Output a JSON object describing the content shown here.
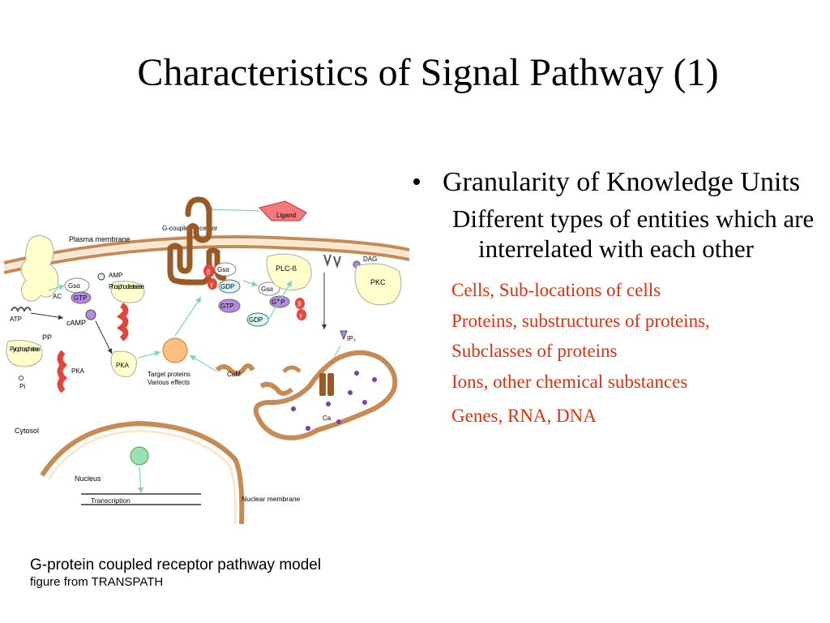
{
  "slide": {
    "title": "Characteristics of Signal Pathway (1)",
    "bullet_marker": "•",
    "bullet_text": "Granularity of Knowledge Units",
    "sub_point": "Different types of entities which are interrelated with each other",
    "examples": [
      "Cells, Sub-locations of cells",
      "Proteins, substructures of proteins,",
      "Subclasses of proteins",
      "Ions, other chemical substances",
      "Genes, RNA, DNA"
    ],
    "caption_line1": "G-protein coupled receptor pathway model",
    "caption_line2": "figure from TRANSPATH"
  },
  "diagram": {
    "labels": {
      "ligand": "Ligand",
      "gpcr": "G-coupled receptor",
      "plasma_membrane": "Plasma membrane",
      "ac": "AC",
      "gs_alpha": "Gsα",
      "gtp": "GTP",
      "gdp": "GDP",
      "amp": "AMP",
      "phosphodiesterase": "Phospho diesterase",
      "atp": "ATP",
      "camp": "cAMP",
      "pp": "PP",
      "pyrophosphatase": "Pyrophos phatase",
      "pi": "Pi",
      "pka": "PKA",
      "beta": "β",
      "gamma": "γ",
      "plc_beta": "PLC-ß",
      "dag": "DAG",
      "pkc": "PKC",
      "ip3": "IP₃",
      "target_proteins": "Target proteins",
      "various_effects": "Various effects",
      "cam": "CaM",
      "ca": "Ca",
      "cytosol": "Cytosol",
      "nucleus": "Nucleus",
      "transcription": "Transcription",
      "nuclear_membrane": "Nuclear membrane"
    },
    "colors": {
      "membrane": "#c88a55",
      "membrane_fill": "#fde7cc",
      "protein_fill": "#ffffcc",
      "gtp_fill": "#b98be0",
      "gdp_fill": "#d6f5f5",
      "beta_gamma": "#e8433a",
      "ligand": "#f27a7a",
      "receptor": "#9a5a25",
      "arrow": "#7fd6b0",
      "target_protein": "#fbbf80",
      "transcription_factor": "#9be0b0",
      "ca_dot": "#7b3fa8",
      "title_text": "#000000",
      "example_text": "#e03010"
    }
  }
}
